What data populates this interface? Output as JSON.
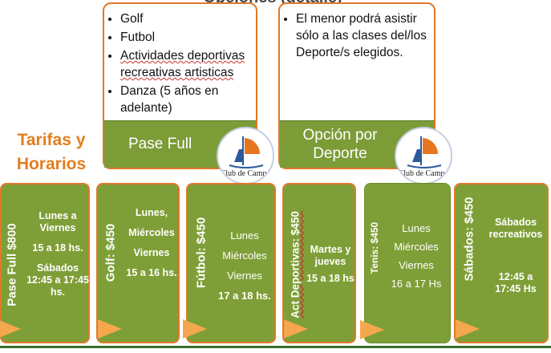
{
  "top_title": "Opciones (detalle)",
  "card_left": {
    "items": [
      "Golf",
      "Futbol",
      "Actividades deportivas recreativas artisticas",
      "Danza (5 años en adelante)"
    ],
    "button": "Pase Full"
  },
  "card_right": {
    "items": [
      "El menor podrá asistir sólo a las clases del/los Deporte/s elegidos."
    ],
    "button": "Opción por Deporte"
  },
  "logo_text": "Club de Campo",
  "heading": "Tarifas y Horarios",
  "tiles": [
    {
      "label": "Pase Full  $800",
      "lines": [
        "Lunes a Viernes",
        "15 a 18 hs.",
        "Sábados 12:45 a 17:45 hs."
      ]
    },
    {
      "label": "Golf:  $450",
      "lines": [
        "Lunes,",
        "Miércoles",
        "Viernes",
        "15 a 16 hs."
      ]
    },
    {
      "label": "Fútbol: $450",
      "lines": [
        "Lunes",
        "Miércoles",
        "Viernes",
        "17 a 18 hs."
      ]
    },
    {
      "label": "Act Deportivas: $450",
      "lines": [
        "Martes y jueves",
        "15 a 18 hs"
      ]
    },
    {
      "label": "Tenis: $450",
      "lines": [
        "Lunes",
        "Miércoles",
        "Viernes",
        "16 a 17 Hs"
      ]
    },
    {
      "label": "Sábados: $450",
      "lines": [
        "Sábados recreativos",
        "12:45 a 17:45 Hs"
      ]
    }
  ],
  "colors": {
    "accent_orange": "#e0792a",
    "tile_green": "#7e9f37",
    "arrow_orange": "#f5a74e"
  }
}
